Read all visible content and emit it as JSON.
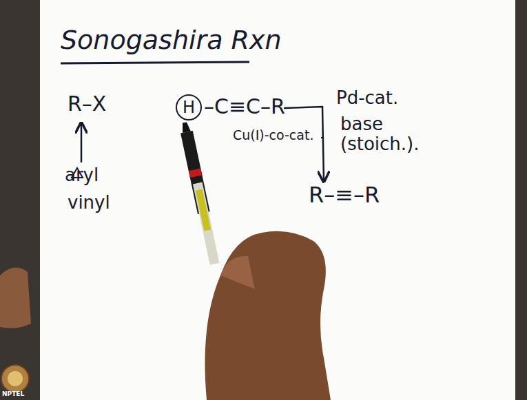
{
  "diagram": {
    "title": "Sonogashira Rxn",
    "nodes": [
      {
        "text": [
          "H"
        ]
      }
    ],
    "labels": [
      "R–X",
      "aryl",
      "vinyl",
      "–C≡C–R",
      "Pd-cat.",
      "base (stoich.).",
      "Cu(I)-co-cat.",
      "R–≡–R",
      "NPTEL"
    ]
  }
}
